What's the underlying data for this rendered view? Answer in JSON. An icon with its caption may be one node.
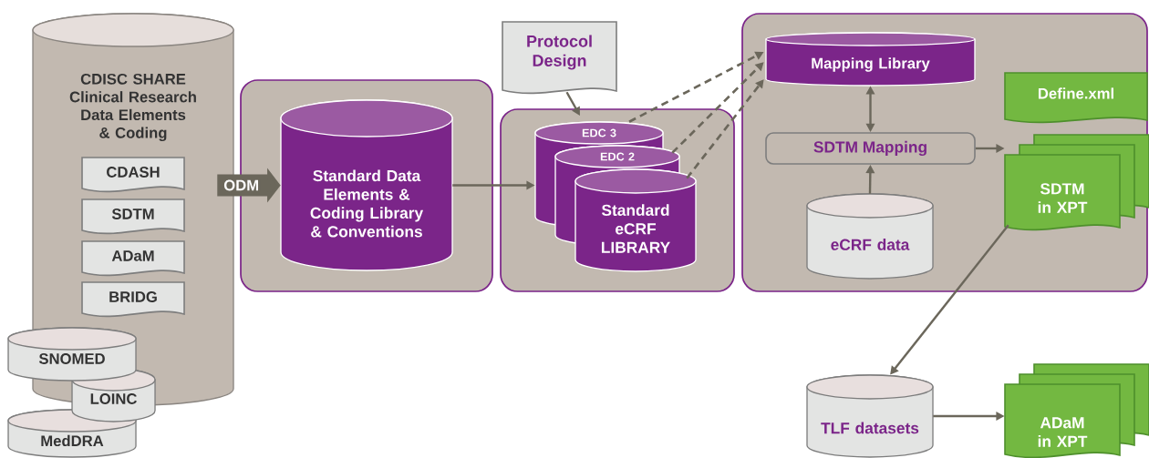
{
  "diagram": {
    "nodes": [
      {
        "text": [
          "CDISC SHARE Clinical Research Data Elements & Coding"
        ]
      },
      {
        "text": [
          "CDASH"
        ],
        "in": 0
      },
      {
        "text": [
          "SDTM"
        ],
        "in": 0
      },
      {
        "text": [
          "ADaM"
        ],
        "in": 0
      },
      {
        "text": [
          "BRIDG"
        ],
        "in": 0
      },
      {
        "text": [
          "SNOMED"
        ]
      },
      {
        "text": [
          "LOINC"
        ]
      },
      {
        "text": [
          "MedDRA"
        ]
      },
      {
        "text": [],
        "shape": "box"
      },
      {
        "text": [
          "Standard Data Elements & Coding Library & Conventions"
        ],
        "in": 8
      },
      {
        "text": [
          "Protocol Design"
        ]
      },
      {
        "text": [],
        "shape": "box"
      },
      {
        "text": [
          "EDC 3"
        ],
        "in": 11
      },
      {
        "text": [
          "EDC 2"
        ],
        "in": 11
      },
      {
        "text": [
          "Standard eCRF LIBRARY"
        ],
        "in": 11
      },
      {
        "text": [],
        "shape": "box"
      },
      {
        "text": [
          "Mapping Library"
        ],
        "in": 15
      },
      {
        "text": [
          "SDTM Mapping"
        ],
        "in": 15
      },
      {
        "text": [
          "eCRF data"
        ],
        "in": 15
      },
      {
        "text": [
          "Define.xml"
        ],
        "in": 15
      },
      {
        "text": [
          "SDTM in XPT"
        ],
        "in": 15
      },
      {
        "text": [
          "TLF datasets"
        ]
      },
      {
        "text": [
          "ADaM in XPT"
        ]
      }
    ],
    "edges": [
      {
        "from": 0,
        "to": 9,
        "arrow": "to",
        "label": "ODM",
        "style": "thick"
      },
      {
        "from": 9,
        "to": 12,
        "arrow": "to"
      },
      {
        "from": 10,
        "to": 11,
        "arrow": "to"
      },
      {
        "from": 12,
        "to": 16,
        "arrow": "to",
        "style": "dashed"
      },
      {
        "from": 13,
        "to": 16,
        "arrow": "to",
        "style": "dashed"
      },
      {
        "from": 14,
        "to": 16,
        "arrow": "to",
        "style": "dashed"
      },
      {
        "from": 16,
        "to": 17,
        "arrow": "both"
      },
      {
        "from": 18,
        "to": 17,
        "arrow": "to"
      },
      {
        "from": 17,
        "to": 20,
        "arrow": "to"
      },
      {
        "from": 20,
        "to": 21,
        "arrow": "to"
      },
      {
        "from": 21,
        "to": 22,
        "arrow": "to"
      }
    ]
  }
}
